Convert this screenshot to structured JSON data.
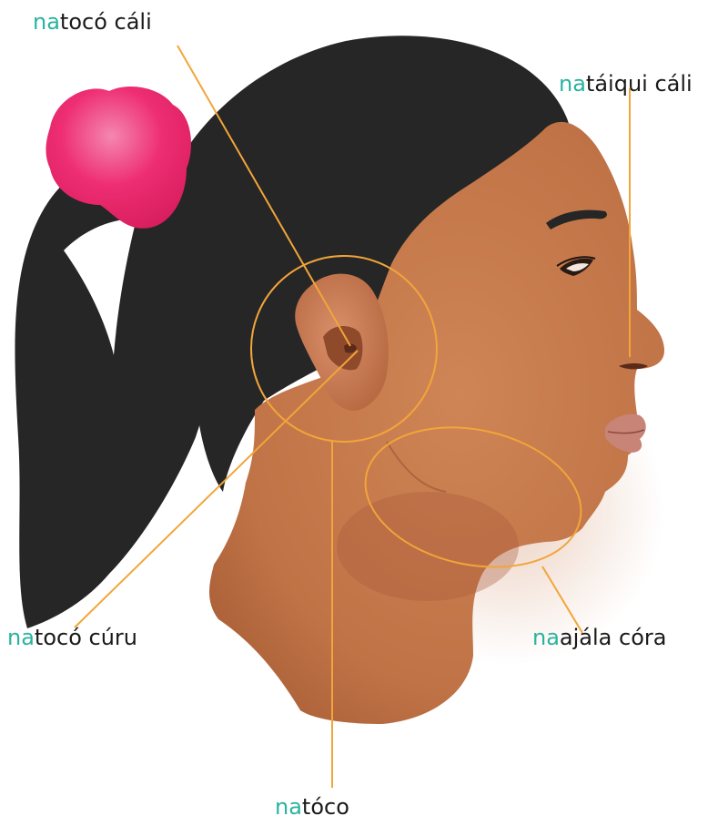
{
  "colors": {
    "prefix": "#2bb3a0",
    "leader_line": "#f2a53a",
    "hair": "#262626",
    "skin": "#c57a4c",
    "skin_shadow": "#a55a35",
    "hair_tie": "#ee2d72",
    "lips": "#c98478"
  },
  "labels": {
    "top_left": {
      "prefix": "na",
      "rest": "tocó cáli"
    },
    "top_right": {
      "prefix": "na",
      "rest": "táiqui cáli"
    },
    "mid_left": {
      "prefix": "na",
      "rest": "tocó cúru"
    },
    "mid_right": {
      "prefix": "na",
      "rest": "ajála córa"
    },
    "bottom": {
      "prefix": "na",
      "rest": "tóco"
    }
  }
}
